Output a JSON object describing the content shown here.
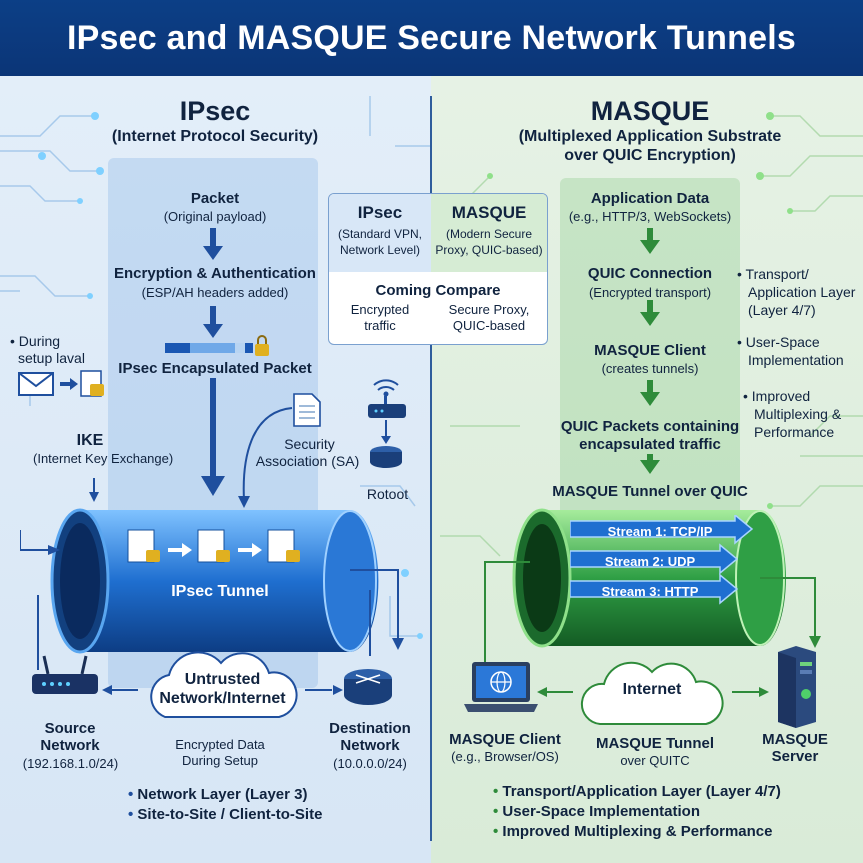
{
  "title": "IPsec and MASQUE Secure Network Tunnels",
  "colors": {
    "ipsec_blue": "#1f66c4",
    "masque_green": "#2e9a44",
    "title_bg": "#0c3f86"
  },
  "ipsec": {
    "name": "IPsec",
    "subtitle": "(Internet Protocol Security)",
    "packet_title": "Packet",
    "packet_sub": "(Original payload)",
    "enc_title": "Encryption & Authentication",
    "enc_sub": "(ESP/AH headers added)",
    "encap_title": "IPsec Encapsulated Packet",
    "during_1": "• During",
    "during_2": "setup laval",
    "ike_title": "IKE",
    "ike_sub": "(Internet Key Exchange)",
    "sa_1": "Security",
    "sa_2": "Association (SA)",
    "router_label": "Rotoot",
    "tunnel_label": "IPsec Tunnel",
    "cloud_1": "Untrusted",
    "cloud_2": "Network/Internet",
    "source_1": "Source",
    "source_2": "Network",
    "source_ip": "(192.168.1.0/24)",
    "dest_1": "Destination",
    "dest_2": "Network",
    "dest_ip": "(10.0.0.0/24)",
    "enc_data_1": "Encrypted Data",
    "enc_data_2": "During Setup",
    "bullets": [
      "Network Layer (Layer 3)",
      "Site-to-Site / Client-to-Site"
    ]
  },
  "masque": {
    "name": "MASQUE",
    "subtitle_1": "(Multiplexed Application Substrate",
    "subtitle_2": "over QUIC Encryption)",
    "app_title": "Application Data",
    "app_sub": "(e.g., HTTP/3, WebSockets)",
    "quic_title": "QUIC Connection",
    "quic_sub": "(Encrypted transport)",
    "client_title": "MASQUE Client",
    "client_sub": "(creates tunnels)",
    "packets_1": "QUIC Packets containing",
    "packets_2": "encapsulated traffic",
    "tunnel_title": "MASQUE Tunnel over QUIC",
    "streams": [
      "Stream 1: TCP/IP",
      "Stream 2: UDP",
      "Stream 3: HTTP"
    ],
    "side_1": [
      "• Transport/",
      "Application Layer",
      "(Layer 4/7)"
    ],
    "side_2": [
      "• User-Space",
      "Implementation"
    ],
    "side_3": [
      "• Improved",
      "Multiplexing &",
      "Performance"
    ],
    "cloud_label": "Internet",
    "client_label": "MASQUE Client",
    "client_label_sub": "(e.g., Browser/OS)",
    "tunnel_label_1": "MASQUE Tunnel",
    "tunnel_label_2": "over QUITC",
    "server_1": "MASQUE",
    "server_2": "Server",
    "bullets": [
      "Transport/Application Layer (Layer 4/7)",
      "User-Space Implementation",
      "Improved Multiplexing & Performance"
    ]
  },
  "compare": {
    "ipsec_head": "IPsec",
    "ipsec_sub_1": "(Standard VPN,",
    "ipsec_sub_2": "Network Level)",
    "masque_head": "MASQUE",
    "masque_sub_1": "(Modern Secure",
    "masque_sub_2": "Proxy, QUIC-based)",
    "title": "Coming Compare",
    "left_1": "Encrypted",
    "left_2": "traffic",
    "right_1": "Secure Proxy,",
    "right_2": "QUIC-based"
  }
}
